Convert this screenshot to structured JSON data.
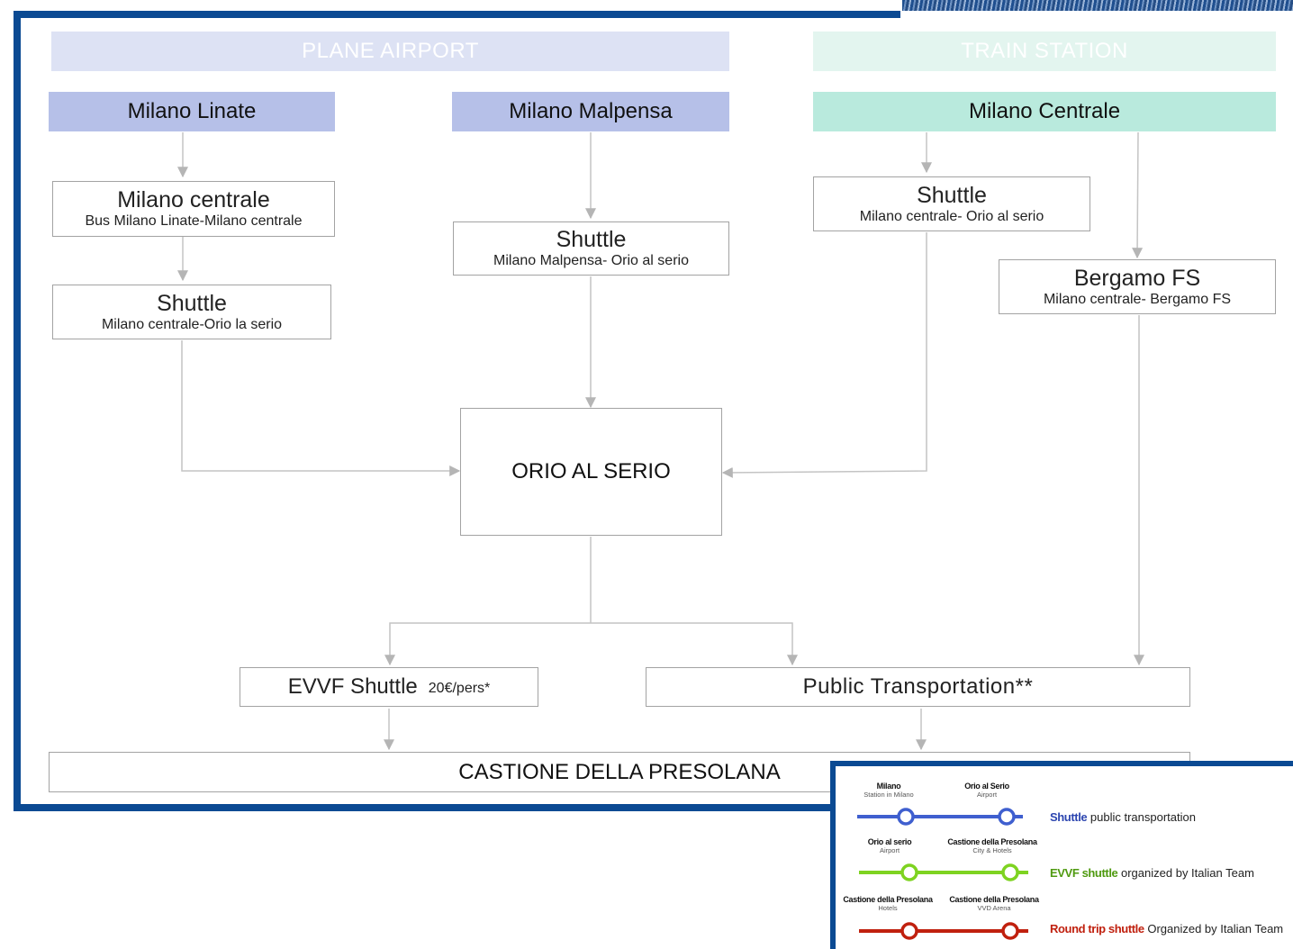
{
  "bands": {
    "airport": "PLANE AIRPORT",
    "train": "TRAIN STATION"
  },
  "origins": {
    "linate": "Milano Linate",
    "malpensa": "Milano Malpensa",
    "centrale": "Milano Centrale"
  },
  "steps": {
    "linate_bus": {
      "title": "Milano centrale",
      "sub": "Bus Milano Linate-Milano centrale"
    },
    "linate_shuttle": {
      "title": "Shuttle",
      "sub": "Milano centrale-Orio la serio"
    },
    "malpensa_shuttle": {
      "title": "Shuttle",
      "sub": "Milano Malpensa- Orio al serio"
    },
    "centrale_shuttle": {
      "title": "Shuttle",
      "sub": "Milano centrale- Orio al serio"
    },
    "bergamo": {
      "title": "Bergamo FS",
      "sub": "Milano centrale- Bergamo FS"
    }
  },
  "hub": "ORIO AL SERIO",
  "evvf": {
    "title": "EVVF Shuttle",
    "price": "20€/pers*"
  },
  "public": "Public Transportation**",
  "destination": "CASTIONE DELLA PRESOLANA",
  "legend": {
    "colors": {
      "blue": "#3f5fcf",
      "green": "#7ed321",
      "red": "#c0200e"
    },
    "rows": [
      {
        "a": {
          "name": "Milano",
          "sub": "Station in Milano"
        },
        "b": {
          "name": "Orio al Serio",
          "sub": "Airport"
        },
        "key": "Shuttle",
        "desc": " public transportation"
      },
      {
        "a": {
          "name": "Orio al serio",
          "sub": "Airport"
        },
        "b": {
          "name": "Castione della Presolana",
          "sub": "City & Hotels"
        },
        "key": "EVVF shuttle",
        "desc": " organized by Italian Team"
      },
      {
        "a": {
          "name": "Castione della Presolana",
          "sub": "Hotels"
        },
        "b": {
          "name": "Castione della Presolana",
          "sub": "VVD Arena"
        },
        "key": "Round trip shuttle",
        "desc": " Organized by Italian Team"
      }
    ]
  }
}
